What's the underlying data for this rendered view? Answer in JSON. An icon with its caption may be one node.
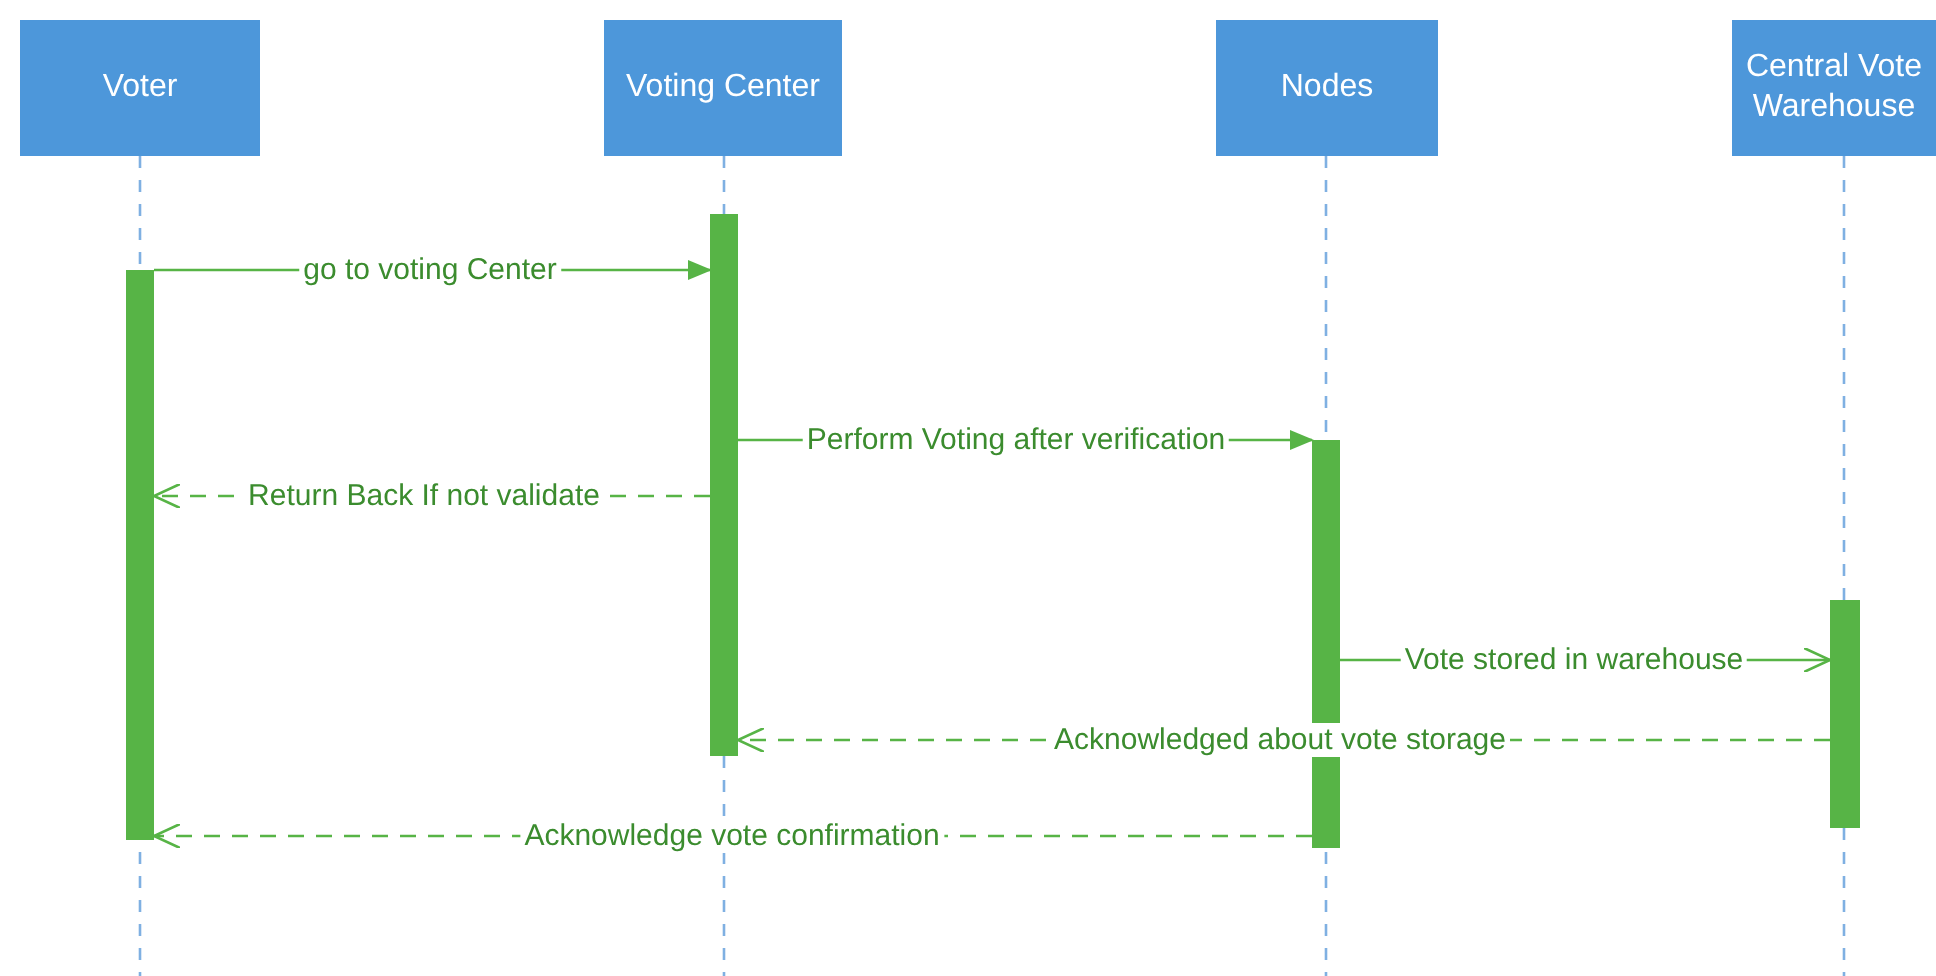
{
  "diagram": {
    "nodes": [
      {
        "text": [
          "Voter"
        ]
      },
      {
        "text": [
          "Voting Center"
        ]
      },
      {
        "text": [
          "Nodes"
        ]
      },
      {
        "text": [
          "Central Vote Warehouse"
        ]
      },
      {
        "text": [],
        "shape": "bar"
      },
      {
        "text": [],
        "shape": "bar"
      },
      {
        "text": [],
        "shape": "bar"
      },
      {
        "text": [],
        "shape": "bar"
      }
    ],
    "edges": [
      {
        "from": 4,
        "to": 5,
        "arrow": "to",
        "label": "go to voting Center"
      },
      {
        "from": 5,
        "to": 6,
        "arrow": "to",
        "label": "Perform Voting after verification"
      },
      {
        "from": 5,
        "to": 4,
        "arrow": "to",
        "style": "dashed",
        "label": "Return Back If not validate"
      },
      {
        "from": 6,
        "to": 7,
        "arrow": "to",
        "label": "Vote stored in warehouse"
      },
      {
        "from": 7,
        "to": 5,
        "arrow": "to",
        "style": "dashed",
        "label": "Acknowledged about vote storage"
      },
      {
        "from": 6,
        "to": 4,
        "arrow": "to",
        "style": "dashed",
        "label": "Acknowledge vote confirmation"
      }
    ]
  }
}
